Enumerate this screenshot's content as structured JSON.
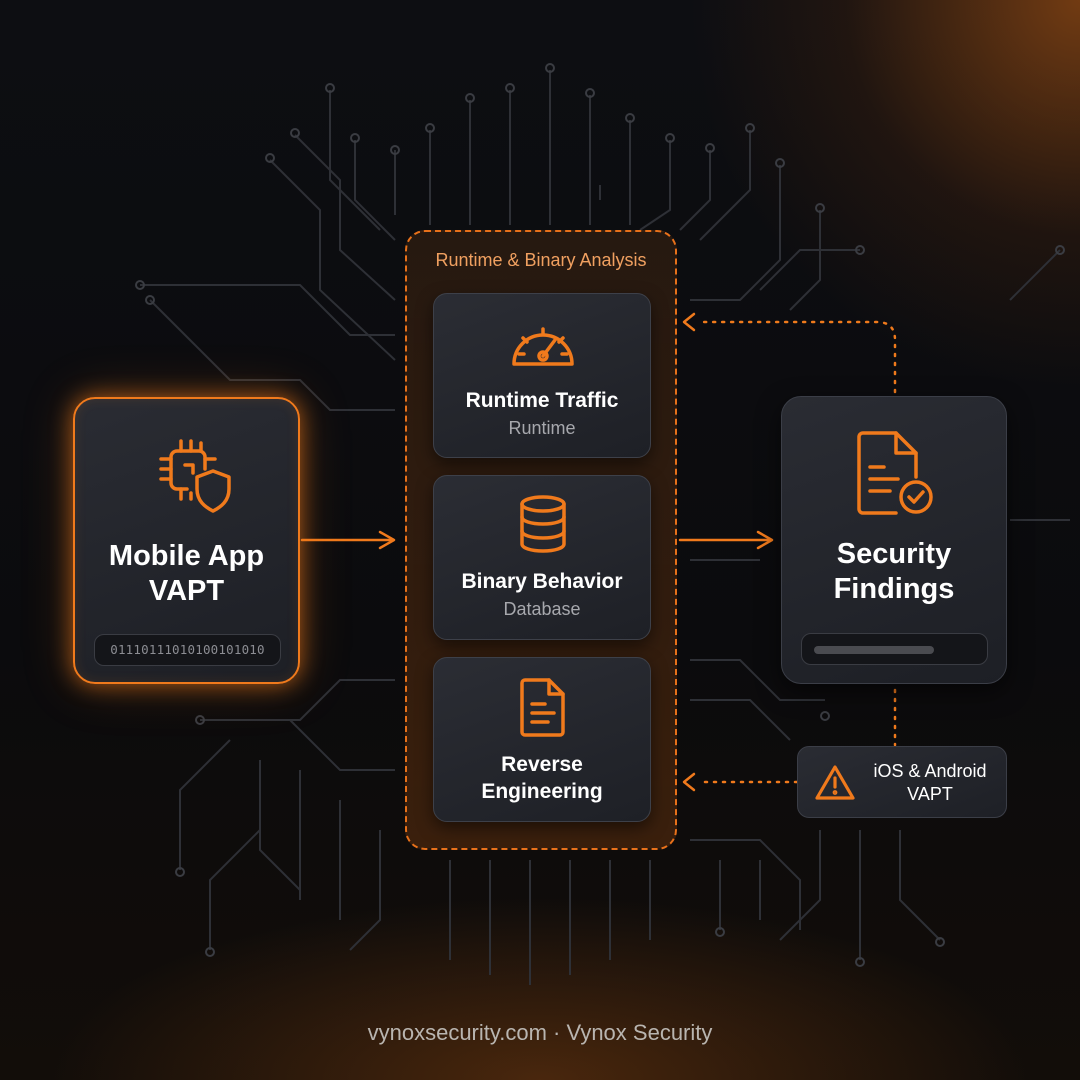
{
  "source_card": {
    "title_line1": "Mobile App",
    "title_line2": "VAPT",
    "binary": "01110111010100101010",
    "icon": "chip-shield-icon"
  },
  "analysis_group": {
    "label": "Runtime & Binary Analysis",
    "items": [
      {
        "title": "Runtime Traffic",
        "subtitle": "Runtime",
        "icon": "gauge-icon"
      },
      {
        "title": "Binary Behavior",
        "subtitle": "Database",
        "icon": "database-icon"
      },
      {
        "title_line1": "Reverse",
        "title_line2": "Engineering",
        "icon": "document-icon"
      }
    ]
  },
  "result_card": {
    "title_line1": "Security",
    "title_line2": "Findings",
    "icon": "document-check-icon"
  },
  "note": {
    "line1": "iOS & Android",
    "line2": "VAPT",
    "icon": "warning-icon"
  },
  "footer": "vynoxsecurity.com · Vynox Security",
  "colors": {
    "accent": "#f07a1c",
    "background": "#0c0c0e",
    "card": "#25272d",
    "circuit": "#2f3137"
  }
}
